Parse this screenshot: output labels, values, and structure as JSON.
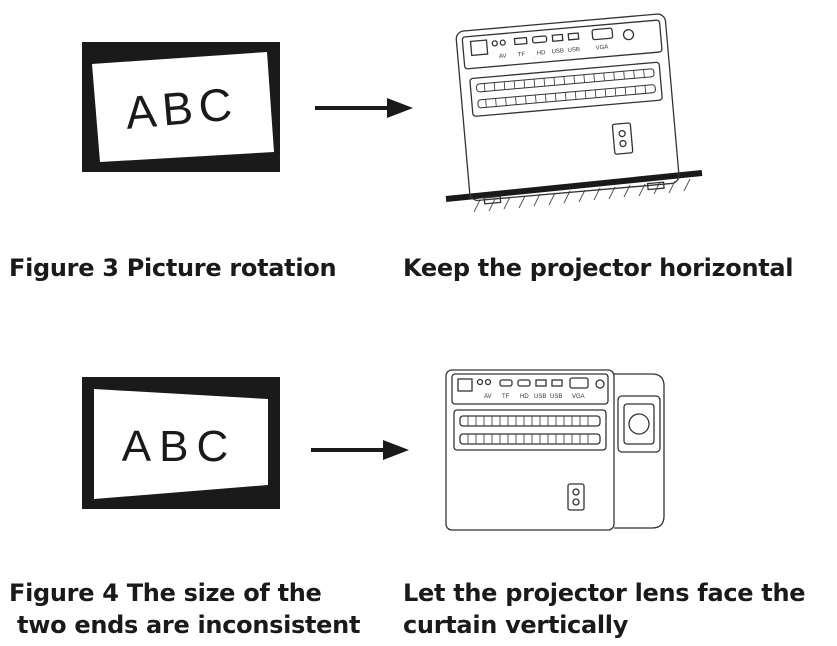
{
  "figure3": {
    "screen_text": "ABC",
    "caption_left": "Figure 3 Picture rotation",
    "caption_right": "Keep the projector horizontal"
  },
  "figure4": {
    "screen_text": "ABC",
    "caption_left_line1": "Figure 4 The size of the",
    "caption_left_line2": " two ends are inconsistent",
    "caption_right_line1": "Let the projector lens face the",
    "caption_right_line2": "curtain vertically"
  },
  "ports": {
    "av": "AV",
    "tf": "TF",
    "hd": "HD",
    "usb": "USB",
    "vga": "VGA"
  }
}
